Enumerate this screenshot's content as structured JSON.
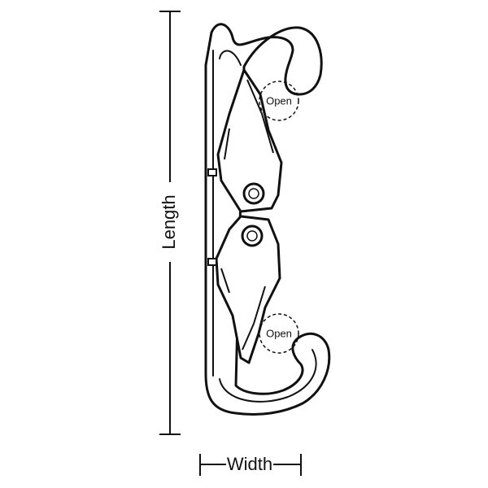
{
  "labels": {
    "length": "Length",
    "width": "Width",
    "open_top": "Open",
    "open_bottom": "Open"
  },
  "colors": {
    "line": "#111111",
    "background": "#ffffff",
    "fill": "#ffffff"
  },
  "icons": {
    "hook": "double-snap-hook-icon",
    "gate": "spring-gate-icon",
    "rivet": "rivet-icon"
  }
}
